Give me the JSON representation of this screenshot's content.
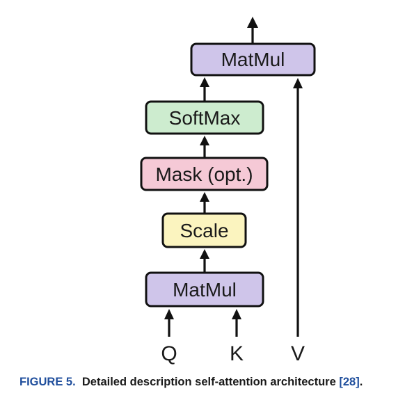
{
  "diagram": {
    "boxes": [
      {
        "id": "matmul-top",
        "label": "MatMul",
        "fill": "#cfc5ea"
      },
      {
        "id": "softmax",
        "label": "SoftMax",
        "fill": "#cdeccf"
      },
      {
        "id": "mask",
        "label": "Mask (opt.)",
        "fill": "#f5c9d6"
      },
      {
        "id": "scale",
        "label": "Scale",
        "fill": "#fbf4bf"
      },
      {
        "id": "matmul-bottom",
        "label": "MatMul",
        "fill": "#cfc5ea"
      }
    ],
    "inputs": [
      "Q",
      "K",
      "V"
    ]
  },
  "caption": {
    "figure_label": "FIGURE 5.",
    "text": "Detailed description self-attention architecture",
    "reference": "[28]",
    "end": "."
  }
}
